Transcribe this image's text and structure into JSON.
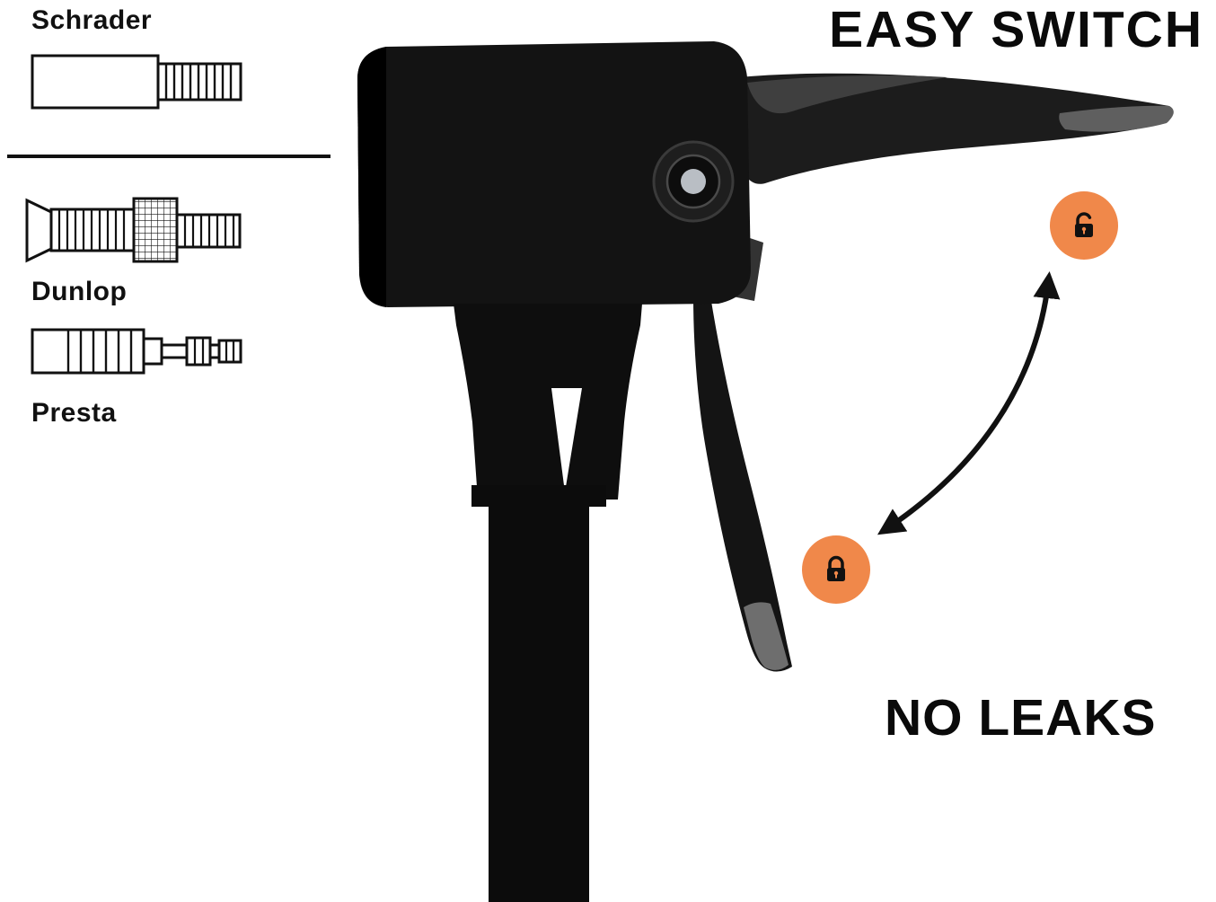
{
  "captions": {
    "easy_switch": "EASY SWITCH",
    "no_leaks": "NO LEAKS"
  },
  "valves": {
    "schrader": "Schrader",
    "dunlop": "Dunlop",
    "presta": "Presta"
  },
  "icons": {
    "unlock": "unlock-icon",
    "lock": "lock-icon",
    "arrow": "switch-arrow"
  },
  "colors": {
    "accent_orange": "#F0884A",
    "ink": "#111111",
    "pump_black": "#131313",
    "tip_gray": "#6E6E6E",
    "background": "#FFFFFF"
  }
}
